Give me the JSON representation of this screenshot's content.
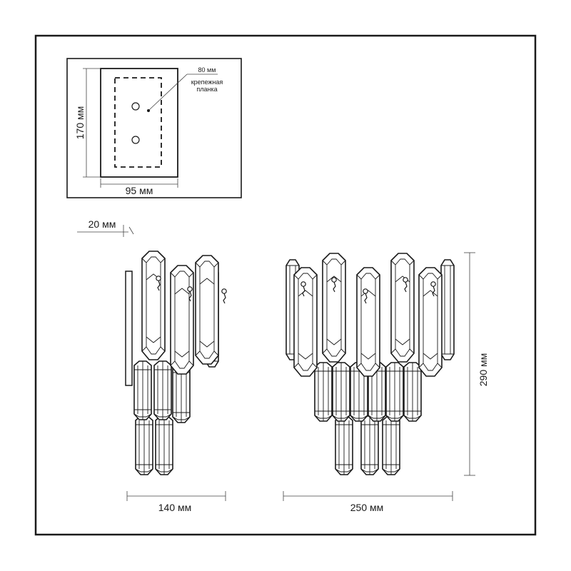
{
  "mounting_plate": {
    "width_label": "95 мм",
    "height_label": "170 мм",
    "callout_size": "80 мм",
    "callout_line1": "крепежная",
    "callout_line2": "планка"
  },
  "side_view": {
    "depth_label": "20 мм",
    "width_label": "140 мм"
  },
  "front_view": {
    "width_label": "250 мм",
    "height_label": "290 мм"
  },
  "colors": {
    "ink": "#1a1a1a",
    "paper": "#ffffff"
  }
}
